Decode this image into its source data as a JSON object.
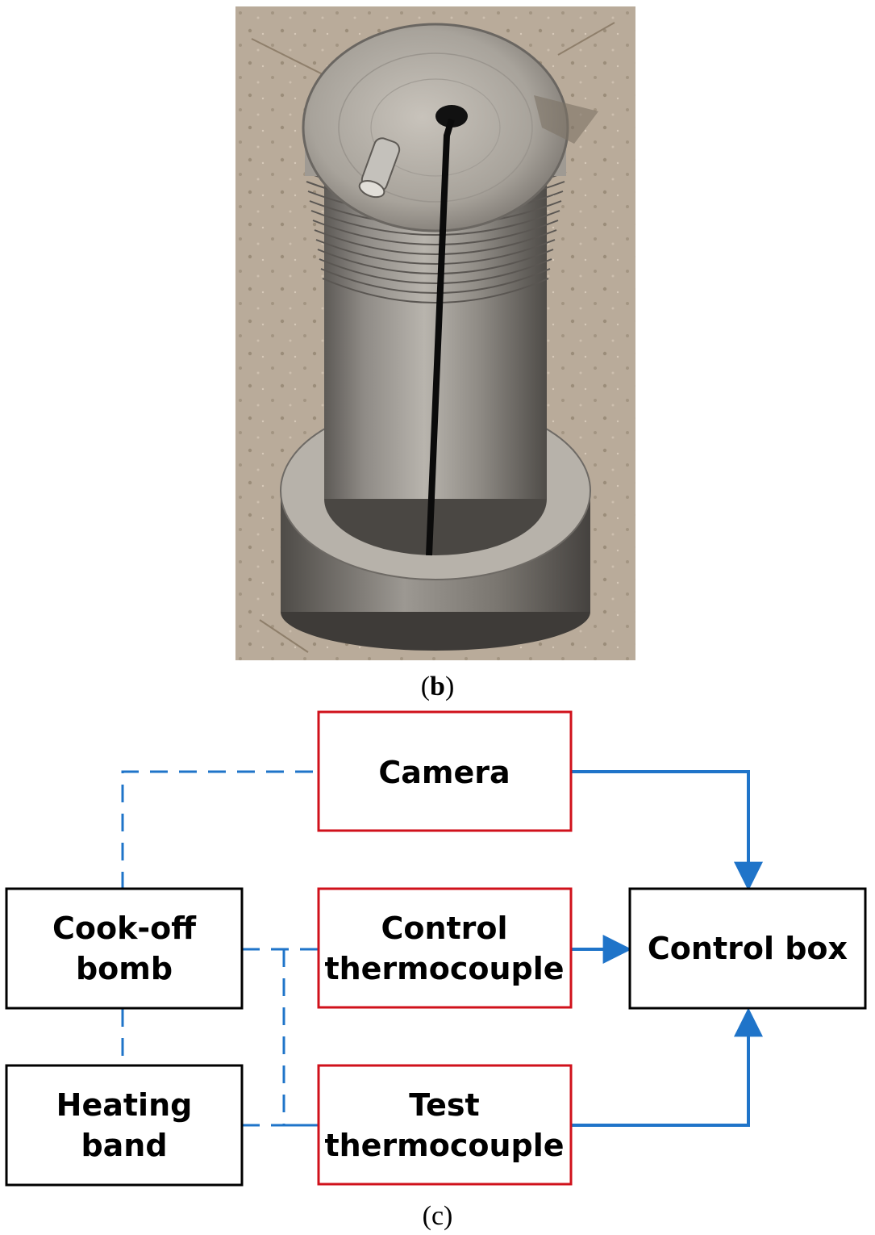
{
  "captions": {
    "photo_label_open": "(",
    "photo_label_letter": "b",
    "photo_label_close": ")",
    "diagram_label": "(c)"
  },
  "photo": {
    "subject": "cylindrical steel cook-off bomb with threaded top, axial slot, centre hole and pin, standing on a round base",
    "ground_color": "#b9ab9a",
    "steel_color": "#8a8680"
  },
  "diagram": {
    "nodes": [
      {
        "id": "camera",
        "lines": [
          "Camera"
        ],
        "border": "#d0111b"
      },
      {
        "id": "control-thermocouple",
        "lines": [
          "Control",
          "thermocouple"
        ],
        "border": "#d0111b"
      },
      {
        "id": "test-thermocouple",
        "lines": [
          "Test",
          "thermocouple"
        ],
        "border": "#d0111b"
      },
      {
        "id": "cook-off-bomb",
        "lines": [
          "Cook-off",
          "bomb"
        ],
        "border": "#000000"
      },
      {
        "id": "heating-band",
        "lines": [
          "Heating",
          "band"
        ],
        "border": "#000000"
      },
      {
        "id": "control-box",
        "lines": [
          "Control box"
        ],
        "border": "#000000"
      }
    ],
    "edges": [
      {
        "from": "camera",
        "to": "control-box",
        "style": "solid-arrow"
      },
      {
        "from": "control-thermocouple",
        "to": "control-box",
        "style": "solid-arrow"
      },
      {
        "from": "test-thermocouple",
        "to": "control-box",
        "style": "solid-arrow"
      },
      {
        "from": "cook-off-bomb",
        "to": "camera",
        "style": "dashed"
      },
      {
        "from": "cook-off-bomb",
        "to": "control-thermocouple",
        "style": "dashed"
      },
      {
        "from": "cook-off-bomb",
        "to": "test-thermocouple",
        "style": "dashed"
      },
      {
        "from": "cook-off-bomb",
        "to": "heating-band",
        "style": "dashed"
      },
      {
        "from": "heating-band",
        "to": "test-thermocouple",
        "style": "dashed"
      }
    ],
    "connector_color": "#1f74c9"
  }
}
